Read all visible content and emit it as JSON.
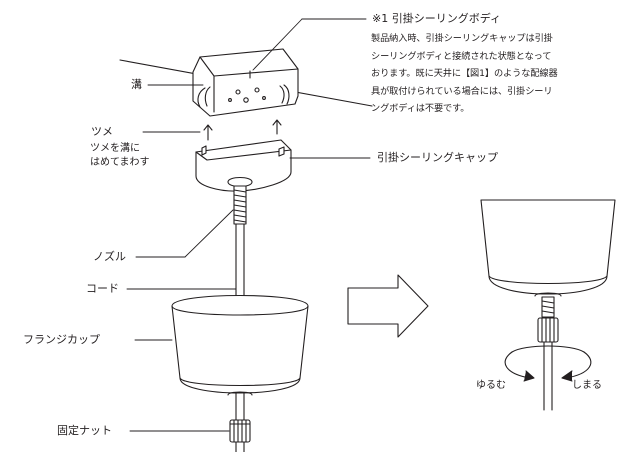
{
  "labels": {
    "groove": "溝",
    "tab": "ツメ",
    "tab_instruction_1": "ツメを溝に",
    "tab_instruction_2": "はめてまわす",
    "ceiling_body": "※1 引掛シーリングボディ",
    "ceiling_cap": "引掛シーリングキャップ",
    "nozzle": "ノズル",
    "cord": "コード",
    "flange_cup": "フランジカップ",
    "fixing_nut": "固定ナット",
    "loosen": "ゆるむ",
    "tighten": "しまる"
  },
  "note": {
    "lines": [
      "製品納入時、引掛シーリングキャップは引掛",
      "シーリングボディと接続された状態となって",
      "おります。既に天井に【図1】のような配線器",
      "具が取付けられている場合には、引掛シーリ",
      "ングボディは不要です。"
    ]
  }
}
